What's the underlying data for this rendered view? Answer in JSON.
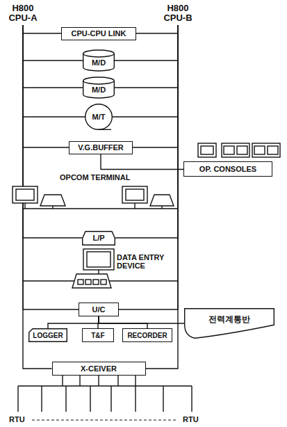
{
  "diagram": {
    "nodes": [
      {
        "text": [
          "H800 CPU-A"
        ]
      },
      {
        "text": [
          "H800 CPU-B"
        ]
      },
      {
        "text": [
          "CPU-CPU LINK"
        ]
      },
      {
        "text": [
          "M/D"
        ]
      },
      {
        "text": [
          "M/D"
        ]
      },
      {
        "text": [
          "M/T"
        ]
      },
      {
        "text": [
          "V.G.BUFFER"
        ]
      },
      {
        "text": [
          "OP. CONSOLES"
        ]
      },
      {
        "text": [
          "L/P"
        ]
      },
      {
        "text": [
          "U/C"
        ]
      },
      {
        "text": [
          "LOGGER"
        ]
      },
      {
        "text": [
          "T&F"
        ]
      },
      {
        "text": [
          "RECORDER"
        ]
      },
      {
        "text": [
          "전력계통반"
        ]
      },
      {
        "text": [
          "X-CEIVER"
        ]
      }
    ],
    "edges": [
      {
        "from": 0,
        "to": 2,
        "arrow": "none"
      },
      {
        "from": 1,
        "to": 2,
        "arrow": "none"
      },
      {
        "from": 0,
        "to": 3,
        "arrow": "none"
      },
      {
        "from": 1,
        "to": 3,
        "arrow": "none"
      },
      {
        "from": 0,
        "to": 4,
        "arrow": "none"
      },
      {
        "from": 1,
        "to": 4,
        "arrow": "none"
      },
      {
        "from": 0,
        "to": 5,
        "arrow": "none"
      },
      {
        "from": 1,
        "to": 5,
        "arrow": "none"
      },
      {
        "from": 0,
        "to": 6,
        "arrow": "none"
      },
      {
        "from": 1,
        "to": 6,
        "arrow": "none"
      },
      {
        "from": 6,
        "to": 7,
        "arrow": "none"
      },
      {
        "from": 0,
        "to": 8,
        "arrow": "none"
      },
      {
        "from": 1,
        "to": 8,
        "arrow": "none"
      },
      {
        "from": 0,
        "to": 9,
        "arrow": "none"
      },
      {
        "from": 1,
        "to": 9,
        "arrow": "none"
      },
      {
        "from": 9,
        "to": 10,
        "arrow": "none"
      },
      {
        "from": 9,
        "to": 11,
        "arrow": "none"
      },
      {
        "from": 9,
        "to": 12,
        "arrow": "none"
      },
      {
        "from": 9,
        "to": 13,
        "arrow": "none"
      },
      {
        "from": 0,
        "to": 14,
        "arrow": "none"
      },
      {
        "from": 1,
        "to": 14,
        "arrow": "none"
      }
    ],
    "labels": [
      "OPCOM TERMINAL",
      "DATA ENTRY DEVICE",
      "RTU",
      "RTU"
    ]
  }
}
